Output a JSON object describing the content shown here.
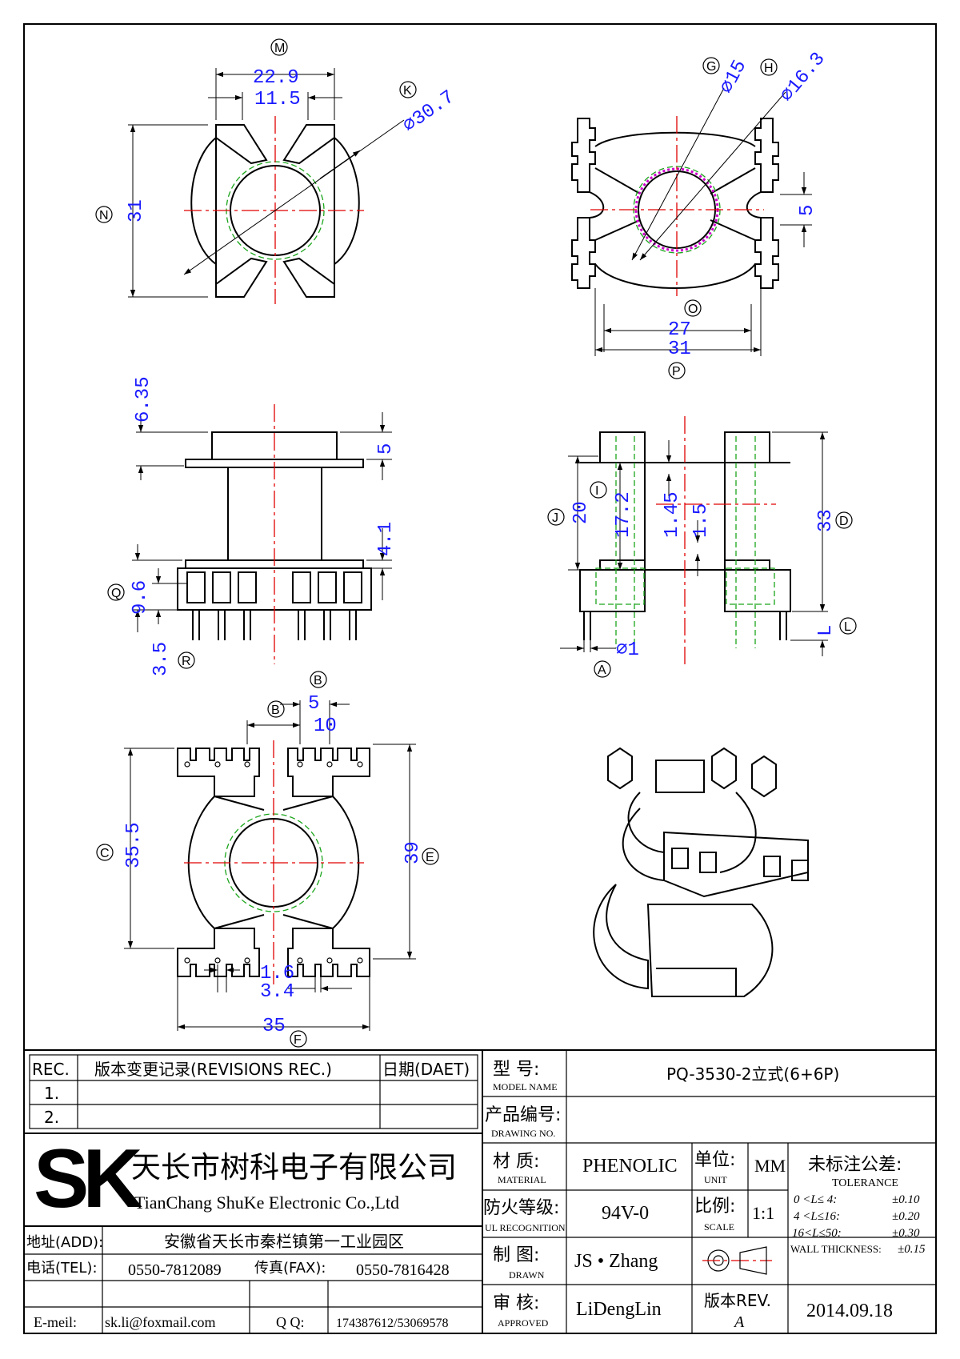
{
  "drawing": {
    "views": {
      "top_left": {
        "dims": {
          "M": "22.9",
          "M2": "11.5",
          "N": "31",
          "K": "⌀30.7"
        }
      },
      "top_right": {
        "dims": {
          "G": "⌀15",
          "H": "⌀16.3",
          "gap": "5",
          "O": "27",
          "P": "31"
        }
      },
      "side_left": {
        "dims": {
          "top": "6.35",
          "flange": "5",
          "mid": "4.1",
          "Q": "9.6",
          "R": "3.5"
        }
      },
      "side_right": {
        "dims": {
          "J": "20",
          "I": "17.2",
          "a": "1.45",
          "b": "1.5",
          "D": "33",
          "L": "L",
          "A": "⌀1"
        }
      },
      "bottom_left": {
        "dims": {
          "B1": "5",
          "B2": "10",
          "C": "35.5",
          "E": "39",
          "F1": "1.6",
          "F2": "3.4",
          "F": "35"
        }
      }
    },
    "labels": {
      "M": "M",
      "K": "K",
      "N": "N",
      "G": "G",
      "H": "H",
      "O": "O",
      "P": "P",
      "Q": "Q",
      "R": "R",
      "I": "I",
      "J": "J",
      "D": "D",
      "L": "L",
      "A": "A",
      "B": "B",
      "C": "C",
      "E": "E",
      "F": "F"
    }
  },
  "title_block": {
    "revisions": {
      "col_rec": "REC.",
      "col_content": "版本变更记录(REVISIONS REC.)",
      "col_date": "日期(DAET)",
      "rows": [
        "1.",
        "2."
      ]
    },
    "company": {
      "logo": "SK",
      "name_cn": "天长市树科电子有限公司",
      "name_en": "TianChang ShuKe Electronic Co.,Ltd"
    },
    "address_label": "地址(ADD):",
    "address": "安徽省天长市秦栏镇第一工业园区",
    "tel_label": "电话(TEL):",
    "tel": "0550-7812089",
    "fax_label": "传真(FAX):",
    "fax": "0550-7816428",
    "email_label": "E-meil:",
    "email": "sk.li@foxmail.com",
    "qq_label": "Q Q:",
    "qq": "174387612/53069578",
    "model_label_cn": "型    号:",
    "model_label_en": "MODEL NAME",
    "model": "PQ-3530-2立式(6+6P)",
    "drawing_no_label_cn": "产品编号:",
    "drawing_no_label_en": "DRAWING NO.",
    "drawing_no": "",
    "material_label_cn": "材    质:",
    "material_label_en": "MATERIAL",
    "material": "PHENOLIC",
    "unit_label_cn": "单位:",
    "unit_label_en": "UNIT",
    "unit": "MM",
    "fire_label_cn": "防火等级:",
    "fire_label_en": "UL RECOGNITION",
    "fire": "94V-0",
    "scale_label_cn": "比例:",
    "scale_label_en": "SCALE",
    "scale": "1:1",
    "drawn_label_cn": "制    图:",
    "drawn_label_en": "DRAWN",
    "drawn": "JS • Zhang",
    "approved_label_cn": "审    核:",
    "approved_label_en": "APPROVED",
    "approved": "LiDengLin",
    "rev_label": "版本REV.",
    "rev": "A",
    "date": "2014.09.18",
    "tolerance": {
      "title_cn": "未标注公差:",
      "title_en": "TOLERANCE",
      "rows": [
        {
          "range": "0 <L≤ 4:",
          "tol": "±0.10"
        },
        {
          "range": "4 <L≤16:",
          "tol": "±0.20"
        },
        {
          "range": "16<L≤50:",
          "tol": "±0.30"
        },
        {
          "range": "WALL THICKNESS:",
          "tol": "±0.15"
        }
      ]
    }
  }
}
